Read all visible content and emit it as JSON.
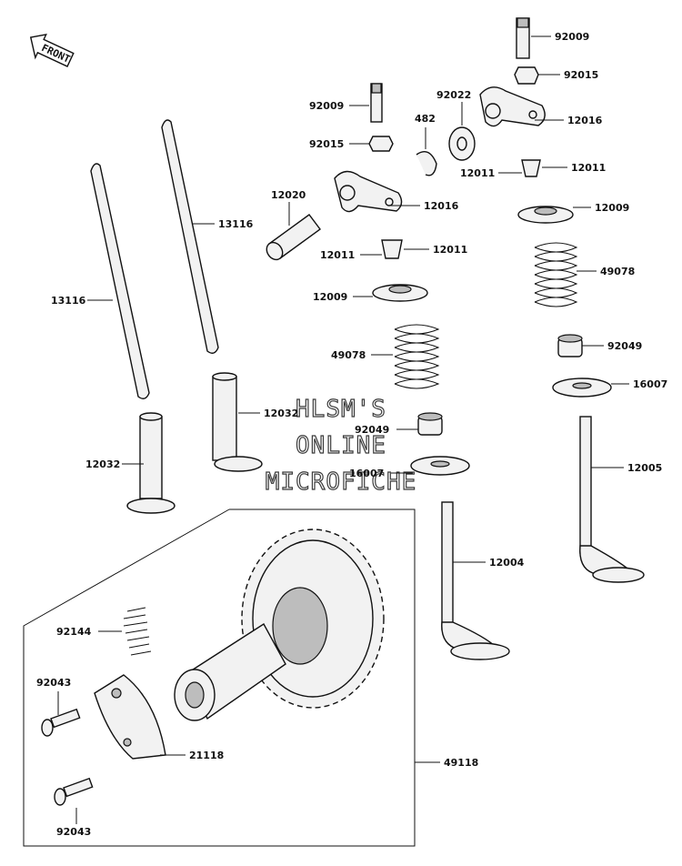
{
  "front_label": "FRONT",
  "watermark": {
    "line1": "HLSM'S",
    "line2": "ONLINE",
    "line3": "MICROFICHE"
  },
  "labels": {
    "rod_right": "13116",
    "rod_left": "13116",
    "tappet_right": "12032",
    "tappet_left": "12032",
    "pivot": "12020",
    "bolt_left": "92009",
    "nut_left": "92015",
    "rocker_left": "12016",
    "circlip": "482",
    "washer": "92022",
    "bolt_right": "92009",
    "nut_right": "92015",
    "rocker_right": "12016",
    "keeper_right_a": "12011",
    "keeper_right_b": "12011",
    "keeper_left_a": "12011",
    "keeper_left_b": "12011",
    "retainer_right": "12009",
    "retainer_left": "12009",
    "spring_right": "49078",
    "spring_left": "49078",
    "seal_right": "92049",
    "seal_left": "92049",
    "seat_right": "16007",
    "seat_left": "16007",
    "valve_exhaust": "12005",
    "valve_intake": "12004",
    "spring_small": "92144",
    "bolt_top": "92043",
    "bolt_bottom": "92043",
    "weight": "21118",
    "camshaft": "49118"
  }
}
